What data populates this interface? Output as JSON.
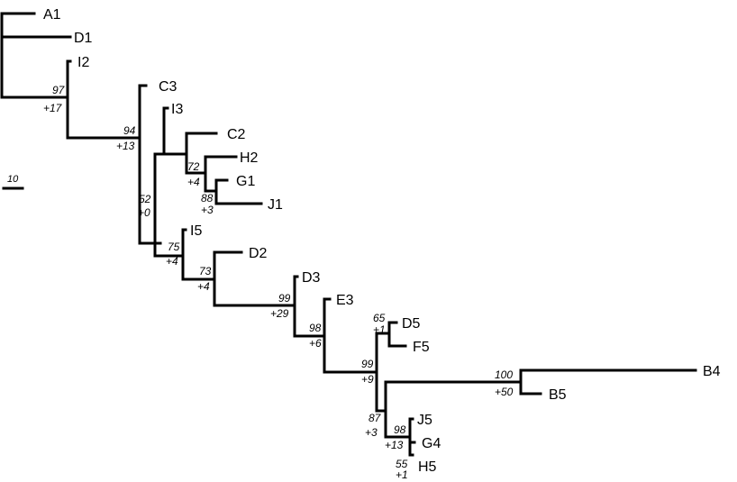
{
  "scale_bar": {
    "label": "10"
  },
  "leaves": {
    "A1": "A1",
    "D1": "D1",
    "I2": "I2",
    "C3": "C3",
    "I3": "I3",
    "C2": "C2",
    "H2": "H2",
    "G1": "G1",
    "J1": "J1",
    "I5": "I5",
    "D2": "D2",
    "D3": "D3",
    "E3": "E3",
    "D5": "D5",
    "F5": "F5",
    "B4": "B4",
    "B5": "B5",
    "J5": "J5",
    "G4": "G4",
    "H5": "H5"
  },
  "nodes": {
    "n97": {
      "top": "97",
      "bottom": "+17"
    },
    "n94": {
      "top": "94",
      "bottom": "+13"
    },
    "n52": {
      "top": "52",
      "bottom": "+0"
    },
    "n72": {
      "top": "72",
      "bottom": "+4"
    },
    "n88": {
      "top": "88",
      "bottom": "+3"
    },
    "n75": {
      "top": "75",
      "bottom": "+4"
    },
    "n73": {
      "top": "73",
      "bottom": "+4"
    },
    "n99a": {
      "top": "99",
      "bottom": "+29"
    },
    "n98a": {
      "top": "98",
      "bottom": "+6"
    },
    "n65": {
      "top": "65",
      "bottom": "+1"
    },
    "n99b": {
      "top": "99",
      "bottom": "+9"
    },
    "n100": {
      "top": "100",
      "bottom": "+50"
    },
    "n87": {
      "top": "87",
      "bottom": "+3"
    },
    "n98b": {
      "top": "98",
      "bottom": "+13"
    },
    "n55": {
      "top": "55",
      "bottom": "+1"
    }
  }
}
